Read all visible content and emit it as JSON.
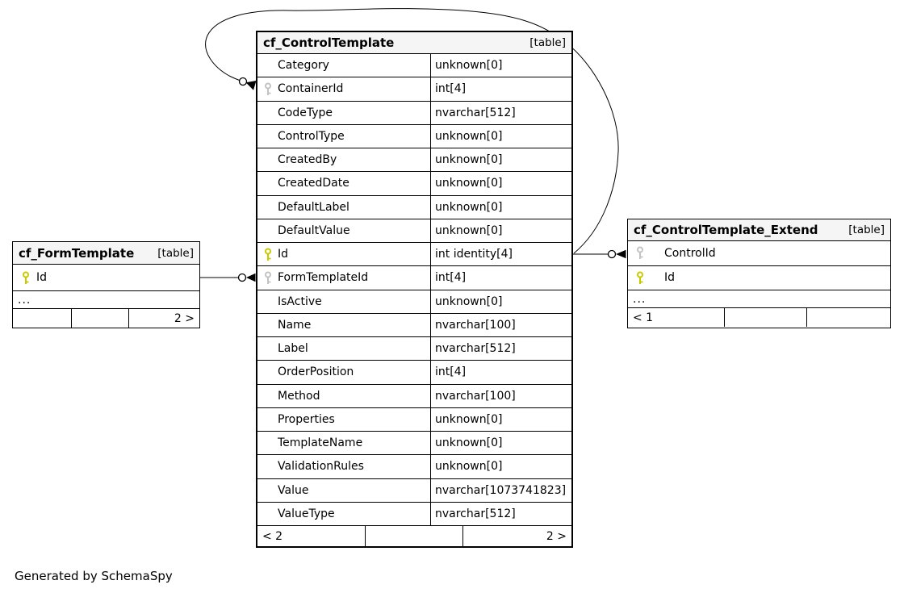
{
  "diagram": {
    "generator_note": "Generated by SchemaSpy"
  },
  "colors": {
    "primary_key": "#c9c900",
    "foreign_key": "#c3c3c3",
    "header_bg": "#f5f5f5",
    "border": "#000000",
    "background": "#ffffff"
  },
  "tables": [
    {
      "title": "cf_FormTemplate",
      "tag": "[table]",
      "rows": [
        {
          "icon": "primary-key",
          "name": "Id"
        }
      ],
      "ellipsis": "...",
      "footer": [
        "",
        "",
        "2 >"
      ]
    },
    {
      "title": "cf_ControlTemplate",
      "tag": "[table]",
      "rows": [
        {
          "name": "Category",
          "type": "unknown[0]"
        },
        {
          "icon": "foreign-key",
          "name": "ContainerId",
          "type": "int[4]"
        },
        {
          "name": "CodeType",
          "type": "nvarchar[512]"
        },
        {
          "name": "ControlType",
          "type": "unknown[0]"
        },
        {
          "name": "CreatedBy",
          "type": "unknown[0]"
        },
        {
          "name": "CreatedDate",
          "type": "unknown[0]"
        },
        {
          "name": "DefaultLabel",
          "type": "unknown[0]"
        },
        {
          "name": "DefaultValue",
          "type": "unknown[0]"
        },
        {
          "icon": "primary-key",
          "name": "Id",
          "type": "int identity[4]"
        },
        {
          "icon": "foreign-key",
          "name": "FormTemplateId",
          "type": "int[4]"
        },
        {
          "name": "IsActive",
          "type": "unknown[0]"
        },
        {
          "name": "Name",
          "type": "nvarchar[100]"
        },
        {
          "name": "Label",
          "type": "nvarchar[512]"
        },
        {
          "name": "OrderPosition",
          "type": "int[4]"
        },
        {
          "name": "Method",
          "type": "nvarchar[100]"
        },
        {
          "name": "Properties",
          "type": "unknown[0]"
        },
        {
          "name": "TemplateName",
          "type": "unknown[0]"
        },
        {
          "name": "ValidationRules",
          "type": "unknown[0]"
        },
        {
          "name": "Value",
          "type": "nvarchar[1073741823]"
        },
        {
          "name": "ValueType",
          "type": "nvarchar[512]"
        }
      ],
      "footer": [
        "< 2",
        "",
        "2 >"
      ]
    },
    {
      "title": "cf_ControlTemplate_Extend",
      "tag": "[table]",
      "rows": [
        {
          "icon": "foreign-key",
          "name": "ControlId"
        },
        {
          "icon": "primary-key",
          "name": "Id"
        }
      ],
      "ellipsis": "...",
      "footer": [
        "< 1",
        "",
        ""
      ]
    }
  ],
  "relationships": [
    {
      "from": "cf_FormTemplate.Id",
      "to": "cf_ControlTemplate.FormTemplateId"
    },
    {
      "from": "cf_ControlTemplate.Id",
      "to": "cf_ControlTemplate.ContainerId"
    },
    {
      "from": "cf_ControlTemplate.Id",
      "to": "cf_ControlTemplate_Extend.ControlId"
    }
  ]
}
